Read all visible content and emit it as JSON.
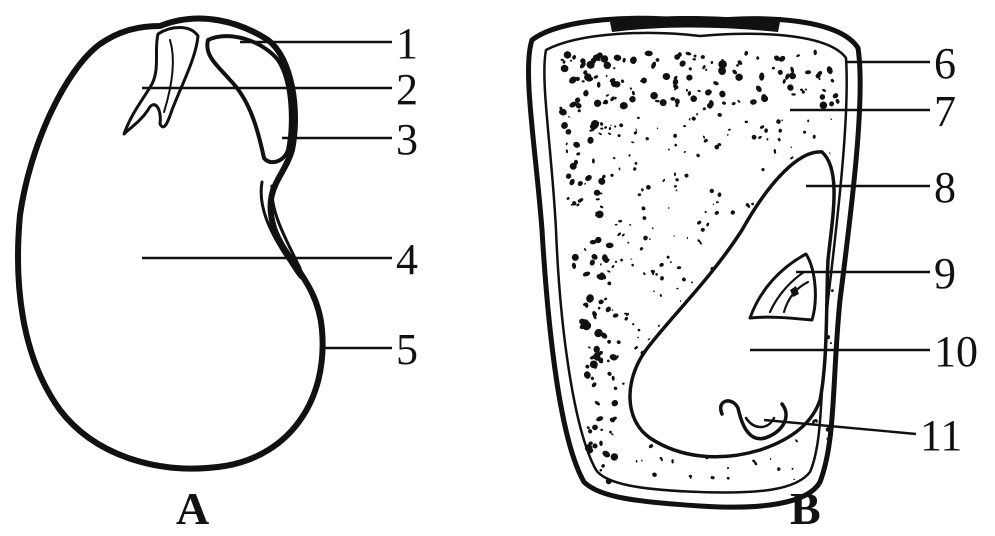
{
  "figure": {
    "panel_a": {
      "caption": "A",
      "labels": [
        "1",
        "2",
        "3",
        "4",
        "5"
      ]
    },
    "panel_b": {
      "caption": "B",
      "labels": [
        "6",
        "7",
        "8",
        "9",
        "10",
        "11"
      ]
    }
  }
}
